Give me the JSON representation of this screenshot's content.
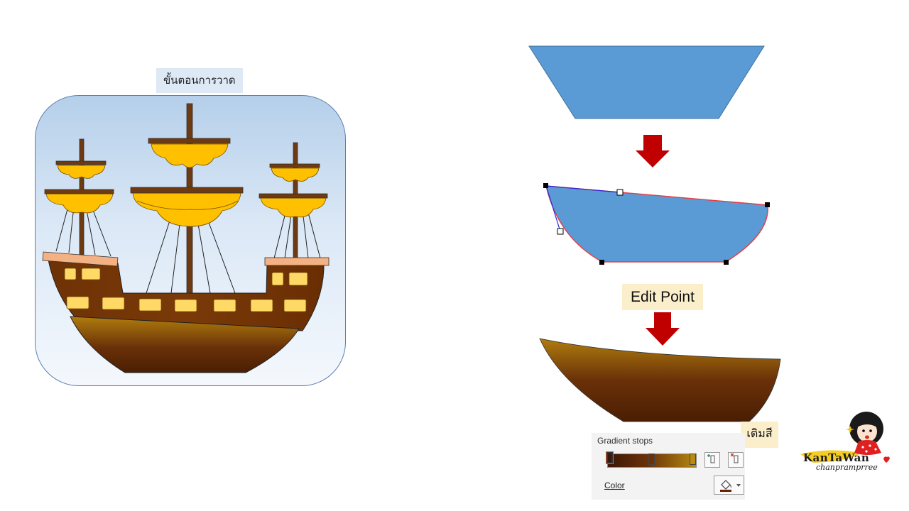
{
  "caption": "ขั้นตอนการวาด",
  "edit_point_label": "Edit Point",
  "fill_label": "เติมสี",
  "gradient_panel": {
    "title": "Gradient stops",
    "color_label": "Color",
    "add_stop_icon": "add-gradient-stop-icon",
    "remove_stop_icon": "remove-gradient-stop-icon",
    "fill_color_icon": "paint-bucket-icon"
  },
  "logo": {
    "name": "KanTaWan",
    "subtitle": "chanpramprree"
  },
  "colors": {
    "shape_blue": "#5b9bd5",
    "arrow_red": "#c00000",
    "hull_dark": "#5a2604",
    "hull_gold": "#b07d0e",
    "sail_yellow": "#ffc000",
    "label_bg": "#fbeecb",
    "caption_bg": "#dde9f5"
  }
}
